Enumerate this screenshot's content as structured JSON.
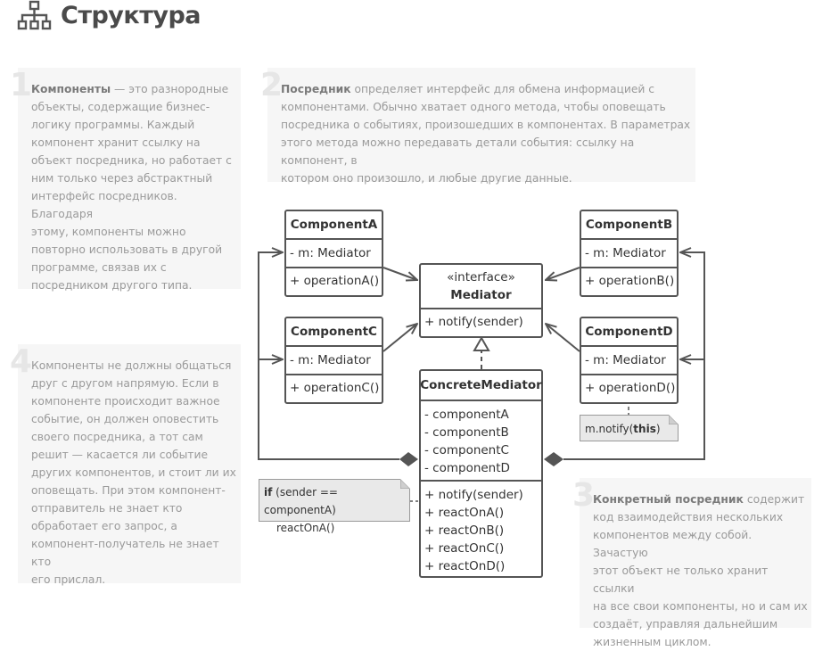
{
  "title": "Структура",
  "notes": [
    {
      "num": "1",
      "lead": "Компоненты",
      "lines": [
        "— это разнородные",
        "объекты, содержащие бизнес-",
        "логику программы. Каждый",
        "компонент хранит ссылку на",
        "объект посредника, но работает с",
        "ним только через абстрактный",
        "интерфейс посредников. Благодаря",
        "этому, компоненты можно",
        "повторно использовать в другой",
        "программе, связав их с",
        "посредником другого типа."
      ]
    },
    {
      "num": "2",
      "lead": "Посредник",
      "lines": [
        "определяет интерфейс для обмена информацией с",
        "компонентами. Обычно хватает одного метода, чтобы оповещать",
        "посредника о событиях, произошедших в компонентах. В параметрах",
        "этого метода можно передавать детали события: ссылку на компонент, в",
        "котором оно произошло, и любые другие данные."
      ]
    },
    {
      "num": "3",
      "lead": "Конкретный посредник",
      "lines": [
        "содержит",
        "код взаимодействия нескольких",
        "компонентов между собой. Зачастую",
        "этот объект не только хранит ссылки",
        "на все свои компоненты, но и сам их",
        "создаёт, управляя дальнейшим",
        "жизненным циклом."
      ]
    },
    {
      "num": "4",
      "lead": "",
      "lines": [
        "Компоненты не должны общаться",
        "друг с другом напрямую. Если в",
        "компоненте происходит важное",
        "событие, он должен оповестить",
        "своего посредника, а тот сам",
        "решит — касается ли событие",
        "других компонентов, и стоит ли их",
        "оповещать. При этом компонент-",
        "отправитель не знает кто",
        "обработает его запрос, а",
        "компонент-получатель не знает кто",
        "его прислал."
      ]
    }
  ],
  "classes": {
    "componentA": {
      "name": "ComponentA",
      "field": "- m: Mediator",
      "method": "+ operationA()"
    },
    "componentB": {
      "name": "ComponentB",
      "field": "- m: Mediator",
      "method": "+ operationB()"
    },
    "componentC": {
      "name": "ComponentC",
      "field": "- m: Mediator",
      "method": "+ operationC()"
    },
    "componentD": {
      "name": "ComponentD",
      "field": "- m: Mediator",
      "method": "+ operationD()"
    },
    "mediator": {
      "stereotype": "«interface»",
      "name": "Mediator",
      "method": "+ notify(sender)"
    },
    "concrete": {
      "name": "ConcreteMediator",
      "fields": [
        "- componentA",
        "- componentB",
        "- componentC",
        "- componentD"
      ],
      "methods": [
        "+ notify(sender)",
        "+ reactOnA()",
        "+ reactOnB()",
        "+ reactOnC()",
        "+ reactOnD()"
      ]
    }
  },
  "comments": {
    "notify": {
      "prefix": "m.notify(",
      "keyword": "this",
      "suffix": ")"
    },
    "react": {
      "keyword": "if",
      "condition": " (sender == componentA)",
      "line2": "reactOnA()"
    }
  },
  "colors": {
    "line": "#555555",
    "note_bg": "#f6f6f6",
    "note_text": "#9a9a9a",
    "number": "#e6e6e6"
  }
}
